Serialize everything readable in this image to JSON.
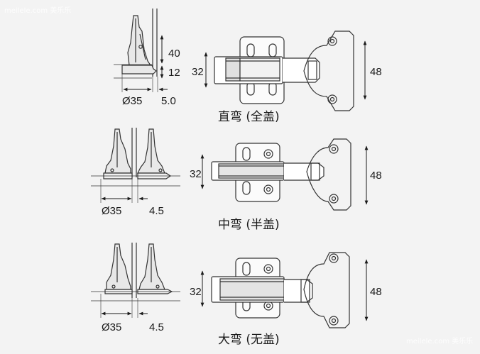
{
  "watermark_top": "meilele.com 美乐乐",
  "watermark_bottom": "meilele.com 美乐乐",
  "sections": [
    {
      "caption": "直弯 (全盖)",
      "side_dims": {
        "upper": "40",
        "lower": "12",
        "bore": "Ø35",
        "offset": "5.0"
      },
      "plate_dims": {
        "width": "32",
        "height": "48"
      }
    },
    {
      "caption": "中弯 (半盖)",
      "side_dims": {
        "bore": "Ø35",
        "offset": "4.5"
      },
      "plate_dims": {
        "width": "32",
        "height": "48"
      }
    },
    {
      "caption": "大弯 (无盖)",
      "side_dims": {
        "bore": "Ø35",
        "offset": "4.5"
      },
      "plate_dims": {
        "width": "32",
        "height": "48"
      }
    }
  ]
}
